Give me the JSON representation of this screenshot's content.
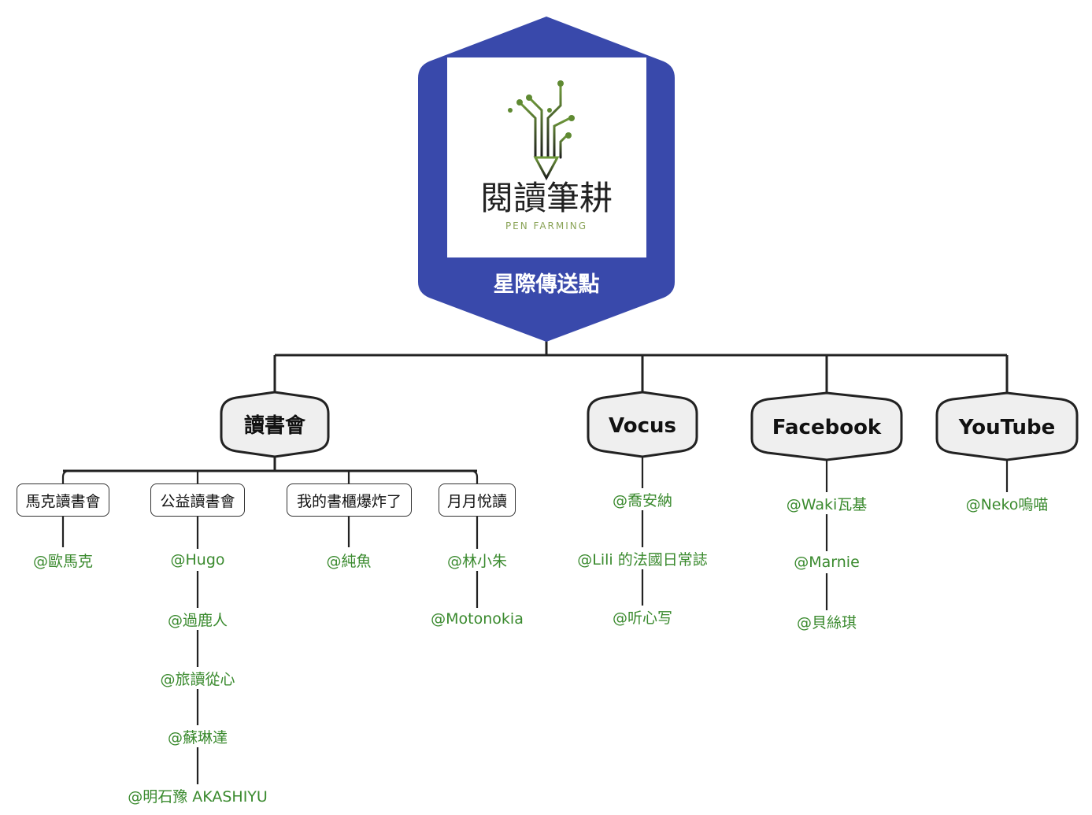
{
  "root": {
    "title": "星際傳送點",
    "logo_text": "閱讀筆耕",
    "logo_subtext": "PEN FARMING",
    "fill_color": "#3949ab"
  },
  "categories": [
    {
      "label": "讀書會",
      "subgroups": [
        {
          "label": "馬克讀書會",
          "members": [
            "@歐馬克"
          ]
        },
        {
          "label": "公益讀書會",
          "members": [
            "@Hugo",
            "@過鹿人",
            "@旅讀從心",
            "@蘇琳達",
            "@明石豫 AKASHIYU"
          ]
        },
        {
          "label": "我的書櫃爆炸了",
          "members": [
            "@純魚"
          ]
        },
        {
          "label": "月月悅讀",
          "members": [
            "@林小朱",
            "@Motonokia"
          ]
        }
      ]
    },
    {
      "label": "Vocus",
      "members": [
        "@喬安納",
        "@Lili 的法國日常誌",
        "@听心写"
      ]
    },
    {
      "label": "Facebook",
      "members": [
        "@Waki瓦基",
        "@Marnie",
        "@貝絲琪"
      ]
    },
    {
      "label": "YouTube",
      "members": [
        "@Neko嗚喵"
      ]
    }
  ],
  "colors": {
    "root_fill": "#3949ab",
    "category_fill": "#efefef",
    "line": "#222222",
    "member_text": "#3a8a2e",
    "logo_green": "#4e7a2a"
  }
}
